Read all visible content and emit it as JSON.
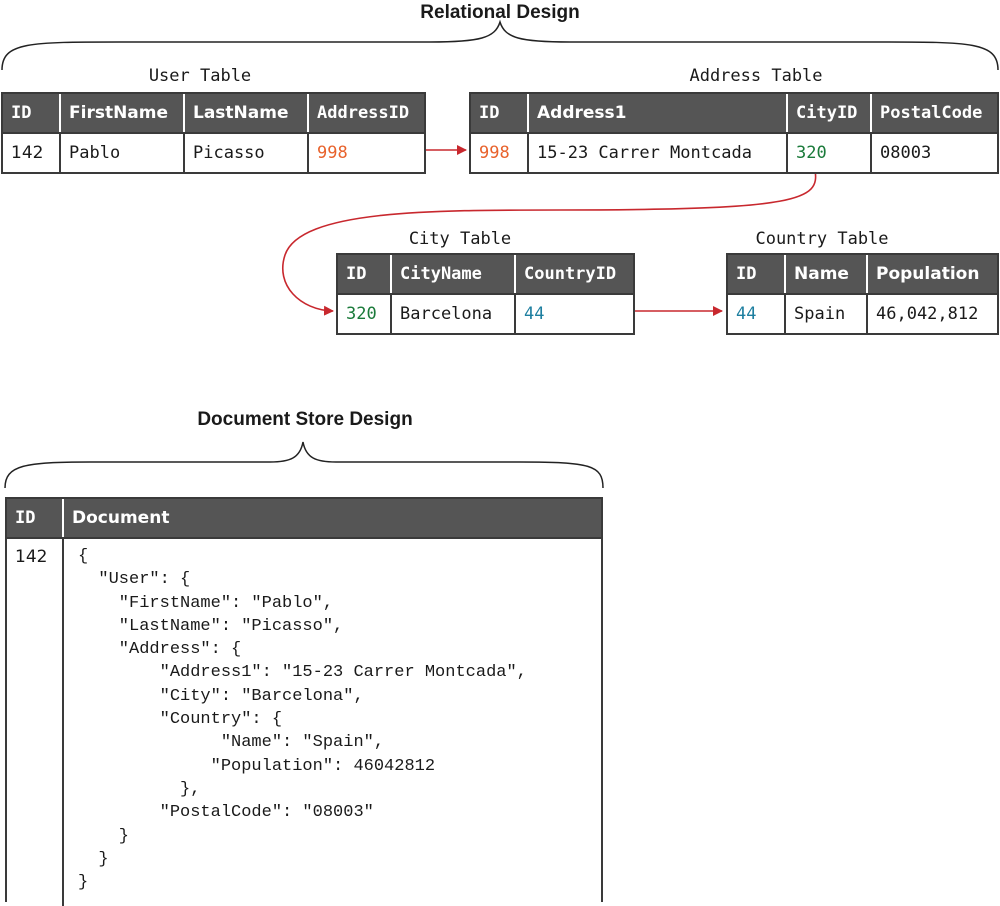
{
  "relational": {
    "title": "Relational Design",
    "user_table": {
      "caption": "User Table",
      "headers": [
        "ID",
        "FirstName",
        "LastName",
        "AddressID"
      ],
      "row": [
        "142",
        "Pablo",
        "Picasso",
        "998"
      ]
    },
    "address_table": {
      "caption": "Address Table",
      "headers": [
        "ID",
        "Address1",
        "CityID",
        "PostalCode"
      ],
      "row": [
        "998",
        "15-23 Carrer Montcada",
        "320",
        "08003"
      ]
    },
    "city_table": {
      "caption": "City Table",
      "headers": [
        "ID",
        "CityName",
        "CountryID"
      ],
      "row": [
        "320",
        "Barcelona",
        "44"
      ]
    },
    "country_table": {
      "caption": "Country Table",
      "headers": [
        "ID",
        "Name",
        "Population"
      ],
      "row": [
        "44",
        "Spain",
        "46,042,812"
      ]
    }
  },
  "document_store": {
    "title": "Document Store Design",
    "headers": [
      "ID",
      "Document"
    ],
    "id": "142",
    "document": "{\n  \"User\": {\n    \"FirstName\": \"Pablo\",\n    \"LastName\": \"Picasso\",\n    \"Address\": {\n        \"Address1\": \"15-23 Carrer Montcada\",\n        \"City\": \"Barcelona\",\n        \"Country\": {\n              \"Name\": \"Spain\",\n             \"Population\": 46042812\n          },\n        \"PostalCode\": \"08003\"\n    }\n  }\n}"
  },
  "colors": {
    "address_key": "#e8622c",
    "city_key": "#1a7a3a",
    "country_key": "#1e7fa0",
    "arrow": "#c8282e",
    "header_bg": "#555555"
  }
}
